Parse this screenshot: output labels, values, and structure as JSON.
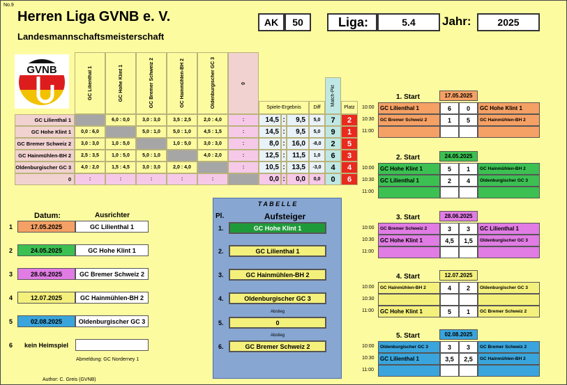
{
  "page_no": "No.9",
  "title": "Herren Liga GVNB e. V.",
  "subtitle": "Landesmannschaftsmeisterschaft",
  "logo_text": "GVNB",
  "ak_label": "AK",
  "ak_value": "50",
  "liga_label": "Liga:",
  "liga_value": "5.4",
  "jahr_label": "Jahr:",
  "jahr_value": "2025",
  "matrix": {
    "col_headers": [
      "GC Lilienthal 1",
      "GC Hohe Klint 1",
      "GC Bremer Schweiz 2",
      "GC Hainmühlen-BH 2",
      "Oldenburgischer GC 3",
      "0"
    ],
    "spiele_header": "Spiele-Ergebnis",
    "diff_header": "Diff",
    "matchpkt_header": "Match-Pkt",
    "platz_header": "Platz",
    "rows": [
      {
        "team": "GC Lilienthal 1",
        "cells": [
          "",
          "6,0 : 0,0",
          "3,0 : 3,0",
          "3,5 : 2,5",
          "2,0 : 4,0",
          ":"
        ],
        "s1": "14,5",
        "s2": "9,5",
        "diff": "5,0",
        "pkt": "7",
        "platz": "2"
      },
      {
        "team": "GC Hohe Klint 1",
        "cells": [
          "0,0 : 6,0",
          "",
          "5,0 : 1,0",
          "5,0 : 1,0",
          "4,5 : 1,5",
          ":"
        ],
        "s1": "14,5",
        "s2": "9,5",
        "diff": "5,0",
        "pkt": "9",
        "platz": "1"
      },
      {
        "team": "GC Bremer Schweiz 2",
        "cells": [
          "3,0 : 3,0",
          "1,0 : 5,0",
          "",
          "1,0 : 5,0",
          "3,0 : 3,0",
          ":"
        ],
        "s1": "8,0",
        "s2": "16,0",
        "diff": "-8,0",
        "pkt": "2",
        "platz": "5"
      },
      {
        "team": "GC Hainmühlen-BH 2",
        "cells": [
          "2,5 : 3,5",
          "1,0 : 5,0",
          "5,0 : 1,0",
          "",
          "4,0 : 2,0",
          ":"
        ],
        "s1": "12,5",
        "s2": "11,5",
        "diff": "1,0",
        "pkt": "6",
        "platz": "3"
      },
      {
        "team": "Oldenburgischer GC 3",
        "cells": [
          "4,0 : 2,0",
          "1,5 : 4,5",
          "3,0 : 3,0",
          "2,0 : 4,0",
          "",
          ":"
        ],
        "s1": "10,5",
        "s2": "13,5",
        "diff": "-3,0",
        "pkt": "4",
        "platz": "4"
      },
      {
        "team": "0",
        "cells": [
          ":",
          ":",
          ":",
          ":",
          ":",
          ""
        ],
        "s1": "0,0",
        "s2": "0,0",
        "diff": "0,0",
        "pkt": "0",
        "platz": "6"
      }
    ]
  },
  "datum_header": "Datum:",
  "ausrichter_header": "Ausrichter",
  "schedule": [
    {
      "num": "1",
      "date": "17.05.2025",
      "host": "GC Lilienthal 1",
      "color": "#f5a064"
    },
    {
      "num": "2",
      "date": "24.05.2025",
      "host": "GC Hohe Klint 1",
      "color": "#3cc052"
    },
    {
      "num": "3",
      "date": "28.06.2025",
      "host": "GC Bremer Schweiz 2",
      "color": "#e07ce3"
    },
    {
      "num": "4",
      "date": "12.07.2025",
      "host": "GC Hainmühlen-BH 2",
      "color": "#f4f07c"
    },
    {
      "num": "5",
      "date": "02.08.2025",
      "host": "Oldenburgischer GC 3",
      "color": "#3aa5dc"
    },
    {
      "num": "6",
      "date": "kein Heimspiel",
      "host": "",
      "color": ""
    }
  ],
  "abmeldung": "Abmeldung: GC Norderney 1",
  "author": "Author: C. Greis (GVNB)",
  "tabelle": {
    "title": "T A B E L L E",
    "pl_label": "Pl.",
    "aufsteiger_label": "Aufsteiger",
    "abstieg_label": "Abstieg",
    "entries": [
      {
        "pl": "1.",
        "team": "GC Hohe Klint 1"
      },
      {
        "pl": "2.",
        "team": "GC Lilienthal 1"
      },
      {
        "pl": "3.",
        "team": "GC Hainmühlen-BH 2"
      },
      {
        "pl": "4.",
        "team": "Oldenburgischer GC 3"
      },
      {
        "pl": "5.",
        "team": "0"
      },
      {
        "pl": "6.",
        "team": "GC Bremer Schweiz 2"
      }
    ]
  },
  "starts": [
    {
      "title": "1. Start",
      "date": "17.05.2025",
      "matches": [
        {
          "time": "10:00",
          "home": "GC Lilienthal 1",
          "hs": "6",
          "as": "0",
          "away": "GC Hohe Klint 1"
        },
        {
          "time": "10:30",
          "home": "GC Bremer Schweiz 2",
          "hs": "1",
          "as": "5",
          "away": "GC Hainmühlen-BH 2"
        },
        {
          "time": "11:00",
          "home": "",
          "hs": "",
          "as": "",
          "away": ""
        }
      ]
    },
    {
      "title": "2. Start",
      "date": "24.05.2025",
      "matches": [
        {
          "time": "10:00",
          "home": "GC Hohe Klint 1",
          "hs": "5",
          "as": "1",
          "away": "GC Hainmühlen-BH 2"
        },
        {
          "time": "10:30",
          "home": "GC Lilienthal 1",
          "hs": "2",
          "as": "4",
          "away": "Oldenburgischer GC 3"
        },
        {
          "time": "11:00",
          "home": "",
          "hs": "",
          "as": "",
          "away": ""
        }
      ]
    },
    {
      "title": "3. Start",
      "date": "28.06.2025",
      "matches": [
        {
          "time": "10:00",
          "home": "GC Bremer Schweiz 2",
          "hs": "3",
          "as": "3",
          "away": "GC Lilienthal 1"
        },
        {
          "time": "10:30",
          "home": "GC Hohe Klint 1",
          "hs": "4,5",
          "as": "1,5",
          "away": "Oldenburgischer GC 3"
        },
        {
          "time": "11:00",
          "home": "",
          "hs": "",
          "as": "",
          "away": ""
        }
      ]
    },
    {
      "title": "4. Start",
      "date": "12.07.2025",
      "matches": [
        {
          "time": "10:00",
          "home": "GC Hainmühlen-BH 2",
          "hs": "4",
          "as": "2",
          "away": "Oldenburgischer GC 3"
        },
        {
          "time": "10:30",
          "home": "",
          "hs": "",
          "as": "",
          "away": ""
        },
        {
          "time": "11:00",
          "home": "GC Hohe Klint 1",
          "hs": "5",
          "as": "1",
          "away": "GC Bremer Schweiz 2"
        }
      ]
    },
    {
      "title": "5. Start",
      "date": "02.08.2025",
      "matches": [
        {
          "time": "10:00",
          "home": "Oldenburgischer GC 3",
          "hs": "3",
          "as": "3",
          "away": "GC Bremer Schweiz 2"
        },
        {
          "time": "10:30",
          "home": "GC Lilienthal 1",
          "hs": "3,5",
          "as": "2,5",
          "away": "GC Hainmühlen-BH 2"
        },
        {
          "time": "11:00",
          "home": "",
          "hs": "",
          "as": "",
          "away": ""
        }
      ]
    }
  ],
  "colors": {
    "orange": "#f5a064",
    "green": "#3cc052",
    "magenta": "#e07ce3",
    "yellow": "#f4f07c",
    "blue": "#3aa5dc",
    "red": "#e82a1f"
  }
}
